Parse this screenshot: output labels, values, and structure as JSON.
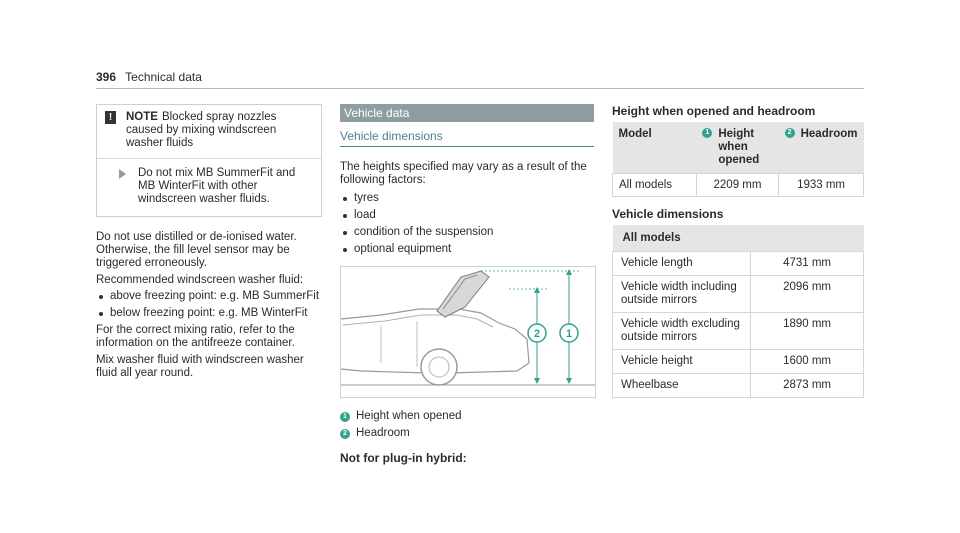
{
  "page": {
    "number": "396",
    "section": "Technical data"
  },
  "note": {
    "label": "NOTE",
    "title": "Blocked spray nozzles caused by mixing windscreen washer fluids",
    "action": "Do not mix MB SummerFit and MB WinterFit with other windscreen washer fluids."
  },
  "left": {
    "para1": "Do not use distilled or de-ionised water. Otherwise, the fill level sensor may be triggered erroneously.",
    "para2": "Recommended windscreen washer fluid:",
    "bullets": [
      "above freezing point: e.g. MB SummerFit",
      "below freezing point: e.g. MB WinterFit"
    ],
    "para3": "For the correct mixing ratio, refer to the information on the antifreeze container.",
    "para4": "Mix washer fluid with windscreen washer fluid all year round."
  },
  "middle": {
    "band_title": "Vehicle data",
    "sub_title": "Vehicle dimensions",
    "intro": "The heights specified may vary as a result of the following factors:",
    "factors": [
      "tyres",
      "load",
      "condition of the suspension",
      "optional equipment"
    ],
    "legend": [
      {
        "num": "1",
        "text": "Height when opened"
      },
      {
        "num": "2",
        "text": "Headroom"
      }
    ],
    "not_plugin": "Not for plug-in hybrid:"
  },
  "right": {
    "table1": {
      "title": "Height when opened and headroom",
      "headers": {
        "model": "Model",
        "h1_num": "1",
        "h1": "Height when opened",
        "h2_num": "2",
        "h2": "Headroom"
      },
      "row": [
        "All models",
        "2209 mm",
        "1933 mm"
      ]
    },
    "table2": {
      "title": "Vehicle dimensions",
      "header": "All models",
      "rows": [
        [
          "Vehicle length",
          "4731 mm"
        ],
        [
          "Vehicle width including outside mirrors",
          "2096 mm"
        ],
        [
          "Vehicle width excluding outside mirrors",
          "1890 mm"
        ],
        [
          "Vehicle height",
          "1600 mm"
        ],
        [
          "Wheelbase",
          "2873 mm"
        ]
      ]
    }
  },
  "colors": {
    "accent": "#33a08f",
    "band": "#8e9ea0",
    "subheading": "#4a8290"
  }
}
